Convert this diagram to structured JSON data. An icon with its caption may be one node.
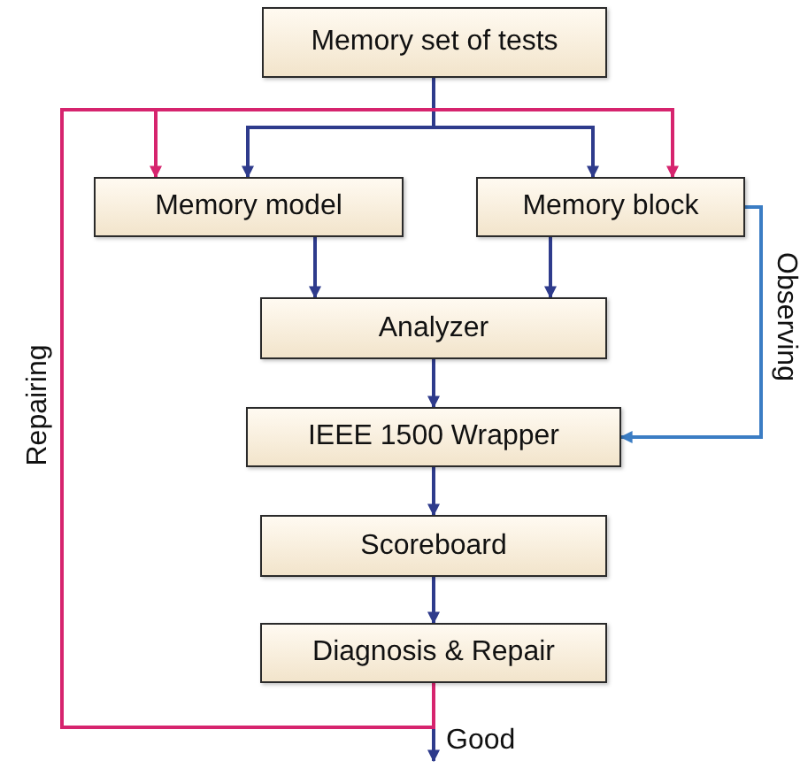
{
  "diagram": {
    "nodes": [
      {
        "text": [
          "Memory set of tests"
        ]
      },
      {
        "text": [
          "Memory model"
        ]
      },
      {
        "text": [
          "Memory block"
        ]
      },
      {
        "text": [
          "Analyzer"
        ]
      },
      {
        "text": [
          "IEEE 1500 Wrapper"
        ]
      },
      {
        "text": [
          "Scoreboard"
        ]
      },
      {
        "text": [
          "Diagnosis & Repair"
        ]
      }
    ],
    "edges": [
      {
        "from": 0,
        "to": 1,
        "arrow": "to"
      },
      {
        "from": 0,
        "to": 2,
        "arrow": "to"
      },
      {
        "from": 1,
        "to": 3,
        "arrow": "to"
      },
      {
        "from": 2,
        "to": 3,
        "arrow": "to"
      },
      {
        "from": 3,
        "to": 4,
        "arrow": "to"
      },
      {
        "from": 4,
        "to": 5,
        "arrow": "to"
      },
      {
        "from": 5,
        "to": 6,
        "arrow": "to"
      },
      {
        "from": 6,
        "to": null,
        "arrow": "to",
        "label": "Good"
      },
      {
        "from": 6,
        "to": 1,
        "arrow": "to",
        "color": "#d6246e",
        "label": "Repairing"
      },
      {
        "from": 6,
        "to": 2,
        "arrow": "to",
        "color": "#d6246e"
      },
      {
        "from": 2,
        "to": 4,
        "arrow": "to",
        "color": "#3b7dc4",
        "label": "Observing"
      }
    ]
  }
}
